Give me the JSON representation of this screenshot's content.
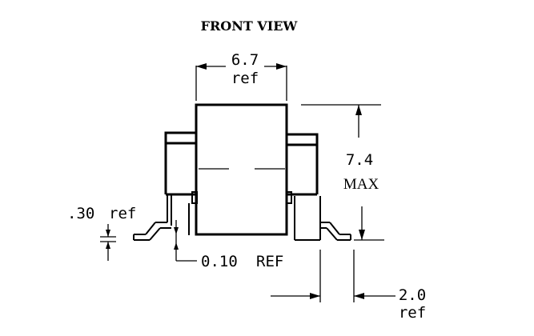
{
  "title": "FRONT VIEW",
  "dimensions": {
    "body_width": {
      "value": "6.7",
      "note": "ref"
    },
    "height": {
      "value": "7.4",
      "note": "MAX"
    },
    "lead_thickness": {
      "value": ".30",
      "note": "ref"
    },
    "standoff": {
      "value": "0.10",
      "note": "REF"
    },
    "lead_extension": {
      "value": "2.0",
      "note": "ref"
    }
  }
}
